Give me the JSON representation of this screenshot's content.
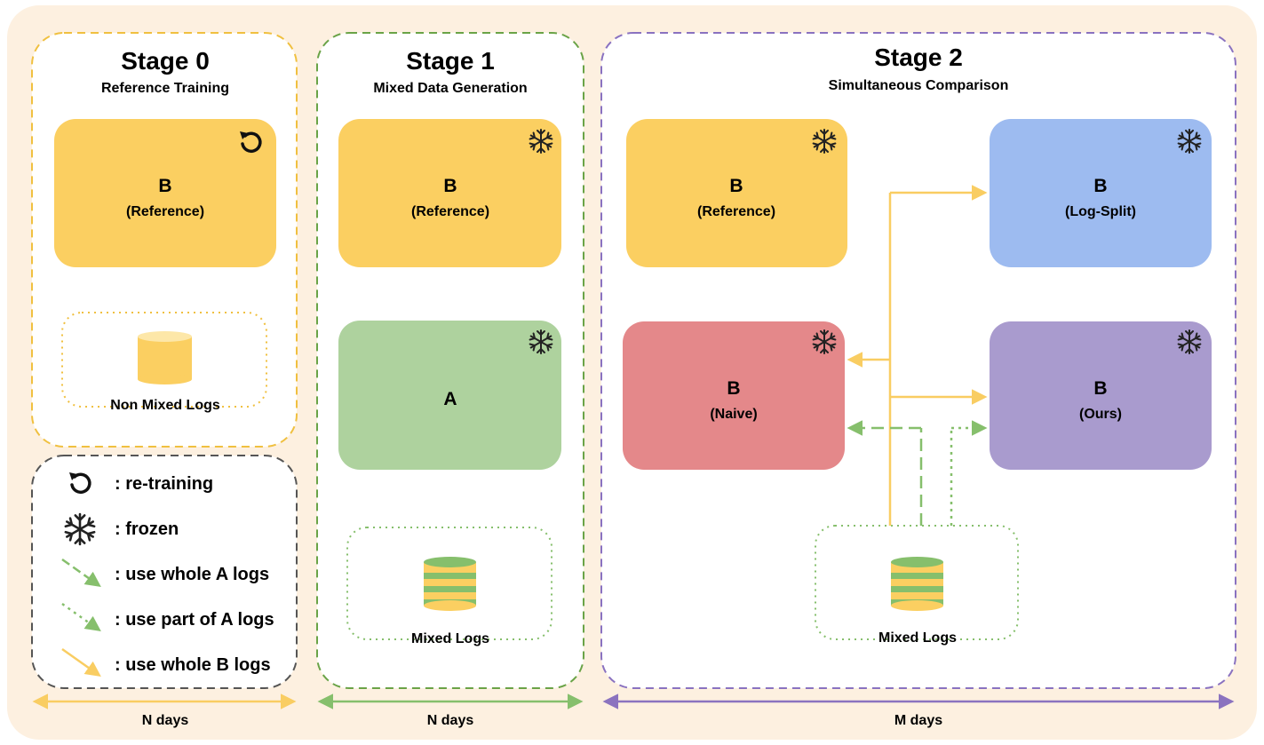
{
  "stages": {
    "stage0": {
      "title": "Stage 0",
      "subtitle": "Reference Training"
    },
    "stage1": {
      "title": "Stage 1",
      "subtitle": "Mixed Data Generation"
    },
    "stage2": {
      "title": "Stage 2",
      "subtitle": "Simultaneous Comparison"
    }
  },
  "models": {
    "s0_ref": {
      "name": "B",
      "role": "(Reference)",
      "status": "re-training"
    },
    "s1_ref": {
      "name": "B",
      "role": "(Reference)",
      "status": "frozen"
    },
    "s1_a": {
      "name": "A",
      "status": "frozen"
    },
    "s2_ref": {
      "name": "B",
      "role": "(Reference)",
      "status": "frozen"
    },
    "s2_logsplit": {
      "name": "B",
      "role": "(Log-Split)",
      "status": "frozen"
    },
    "s2_naive": {
      "name": "B",
      "role": "(Naive)",
      "status": "frozen"
    },
    "s2_ours": {
      "name": "B",
      "role": "(Ours)",
      "status": "frozen"
    }
  },
  "logs": {
    "s0": "Non Mixed Logs",
    "s1": "Mixed Logs",
    "s2": "Mixed Logs"
  },
  "legend": {
    "retraining": ": re-training",
    "frozen": ": frozen",
    "whole_a": ": use whole A logs",
    "part_a": ": use part of A logs",
    "whole_b": ": use whole B logs"
  },
  "durations": {
    "stage0": "N days",
    "stage1": "N days",
    "stage2": "M days"
  },
  "colors": {
    "background": "#fdf0e0",
    "yellow": "#fbcf61",
    "green": "#aed29e",
    "blue": "#9dbbf0",
    "red": "#e4888a",
    "purple": "#a99bce",
    "arrow_yellow": "#f9cd62",
    "arrow_green": "#86bf6c",
    "arrow_purple": "#8b73bf",
    "stage0_border": "#f0c040",
    "stage1_border": "#6aa347",
    "stage2_border": "#8a72c0",
    "legend_border": "#555555"
  }
}
